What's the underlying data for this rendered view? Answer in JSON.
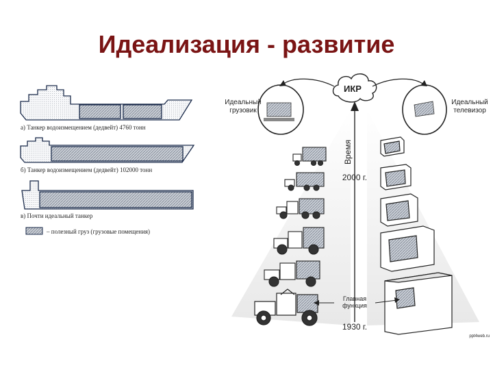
{
  "title": "Идеализация - развитие",
  "left_panel": {
    "caption_a": "а) Танкер водоизмещением (дедвейт) 4760 тонн",
    "caption_b": "б) Танкер водоизмещением (дедвейт) 102000 тонн",
    "caption_c": "в) Почти идеальный танкер",
    "legend": "– полезный груз (грузовые помещения)"
  },
  "right_panel": {
    "ikr_label": "ИКР",
    "ideal_truck_label_1": "Идеальный",
    "ideal_truck_label_2": "грузовик",
    "ideal_tv_label_1": "Идеальный",
    "ideal_tv_label_2": "телевизор",
    "time_label": "Время",
    "year_2000": "2000 г.",
    "year_1930": "1930 г.",
    "main_function_1": "Главная",
    "main_function_2": "функция",
    "watermark": "ppt4web.ru"
  },
  "colors": {
    "title": "#7a1414",
    "hatch": "#9aa0a8",
    "outline": "#1a2a4a"
  }
}
